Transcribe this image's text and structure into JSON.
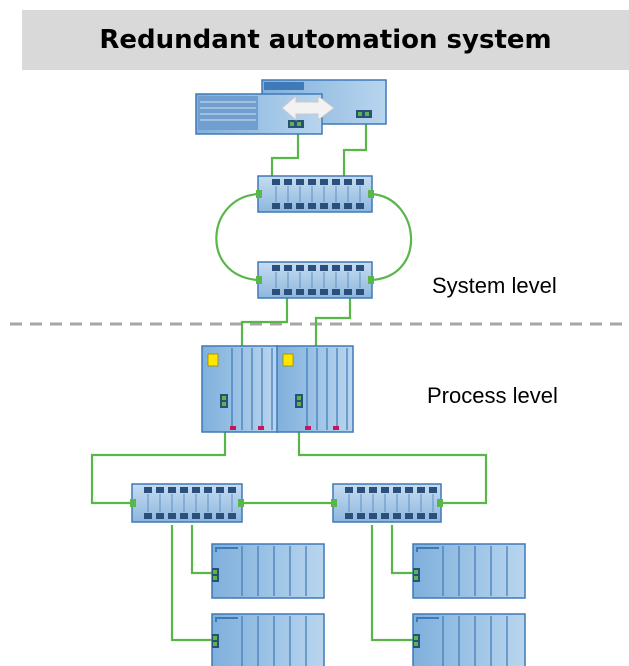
{
  "title": "Redundant automation system",
  "labels": {
    "system_level": "System level",
    "process_level": "Process level"
  },
  "colors": {
    "title_bg": "#d9d9d9",
    "cable": "#59b648",
    "device_fill": "#a9cbe8",
    "device_dark": "#3f79b7",
    "divider": "#a6a6a6",
    "status_led": "#ffe600"
  }
}
